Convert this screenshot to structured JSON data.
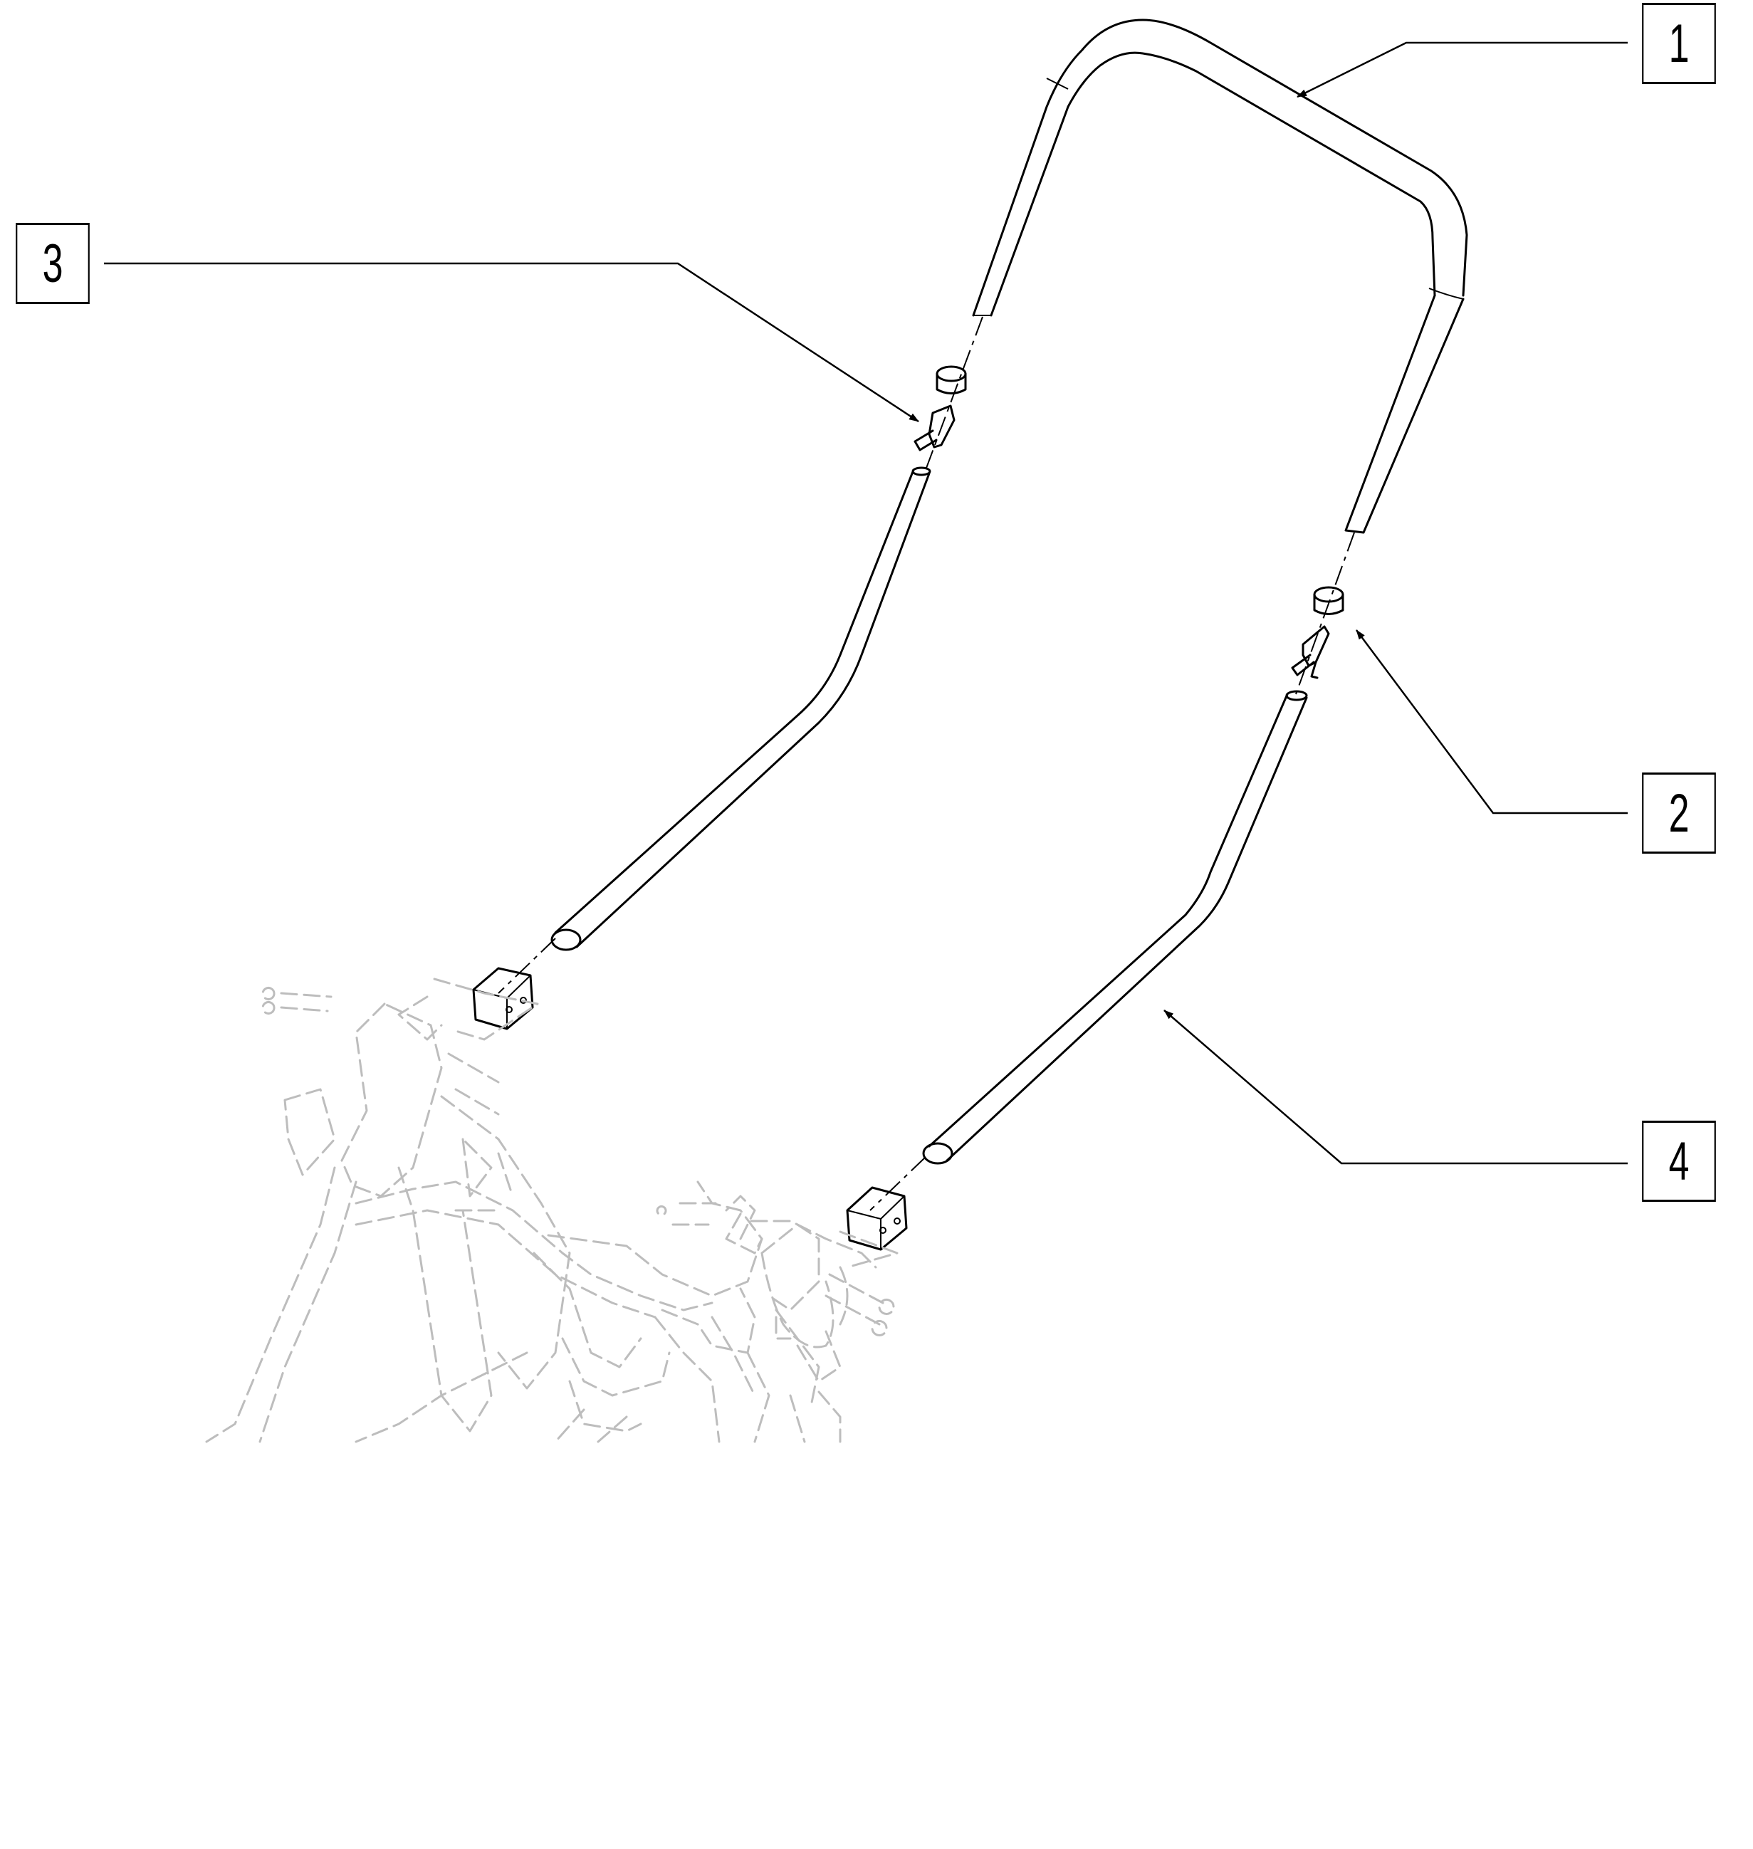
{
  "callouts": [
    {
      "label": "1"
    },
    {
      "label": "2"
    },
    {
      "label": "3"
    },
    {
      "label": "4"
    }
  ],
  "colors": {
    "line": "#000000",
    "background": "#ffffff",
    "ghost_frame": "#bdbdbd"
  }
}
